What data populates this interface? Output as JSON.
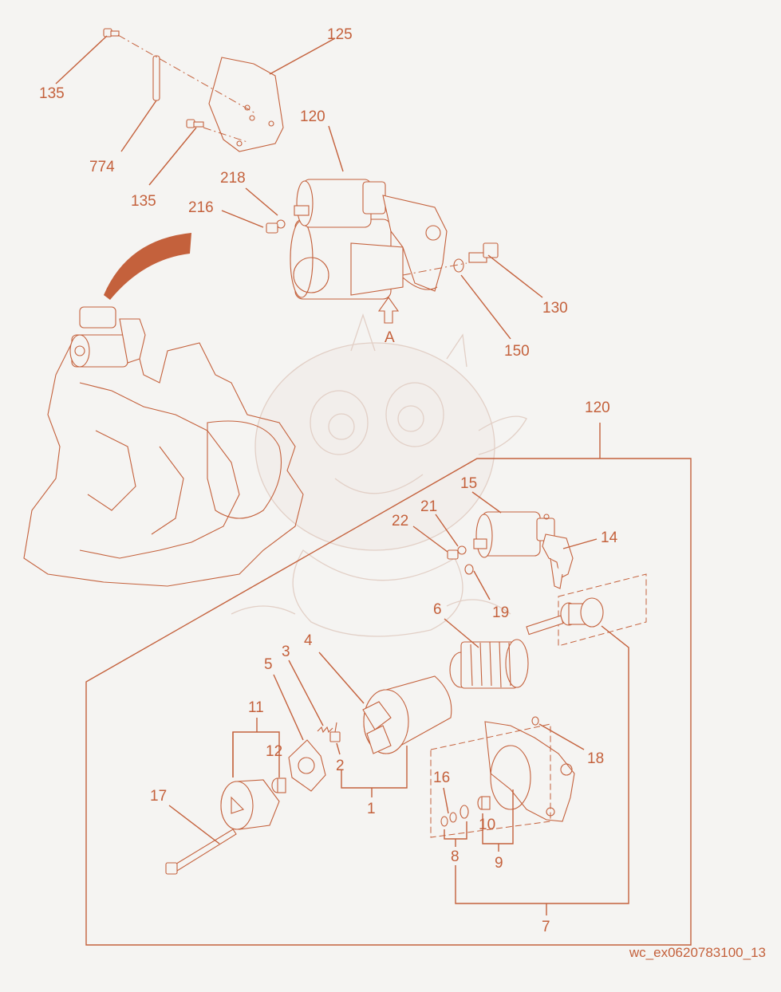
{
  "diagram": {
    "image_id": "wc_ex0620783100_13",
    "arrow_label": "A",
    "callouts": {
      "c135a": "135",
      "c125": "125",
      "c774": "774",
      "c135b": "135",
      "c120a": "120",
      "c218": "218",
      "c216": "216",
      "c130": "130",
      "c150": "150",
      "c120b": "120",
      "c15": "15",
      "c21": "21",
      "c22": "22",
      "c14": "14",
      "c19": "19",
      "c6": "6",
      "c4": "4",
      "c3": "3",
      "c5": "5",
      "c11": "11",
      "c12": "12",
      "c2": "2",
      "c1": "1",
      "c17": "17",
      "c18": "18",
      "c16": "16",
      "c10": "10",
      "c8": "8",
      "c9": "9",
      "c7": "7"
    }
  }
}
